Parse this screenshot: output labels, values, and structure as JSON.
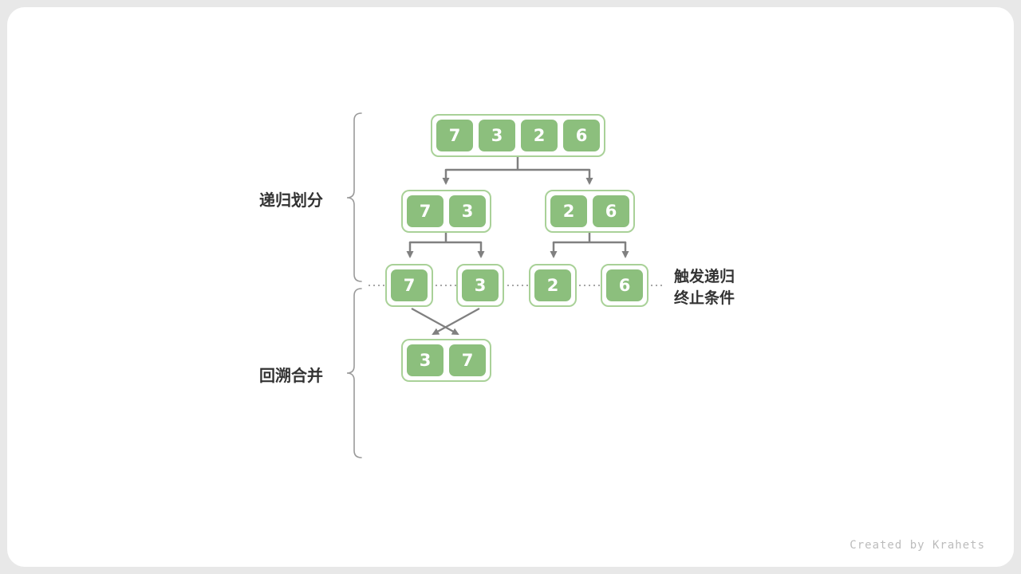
{
  "labels": {
    "divide": "递归划分",
    "merge": "回溯合并",
    "terminate_line1": "触发递归",
    "terminate_line2": "终止条件",
    "credit": "Created by Krahets"
  },
  "tree": {
    "level1": [
      "7",
      "3",
      "2",
      "6"
    ],
    "level2_left": [
      "7",
      "3"
    ],
    "level2_right": [
      "2",
      "6"
    ],
    "level3": [
      "7",
      "3",
      "2",
      "6"
    ],
    "level4": [
      "3",
      "7"
    ]
  },
  "colors": {
    "cell_fill": "#8cbf7d",
    "cell_border": "#a9d198",
    "arrow": "#808080",
    "dotted_line": "#888888",
    "brace": "#999999",
    "label_text": "#333333",
    "credit_text": "#bcbcbc",
    "card_bg": "#ffffff",
    "page_bg": "#e8e8e8"
  }
}
